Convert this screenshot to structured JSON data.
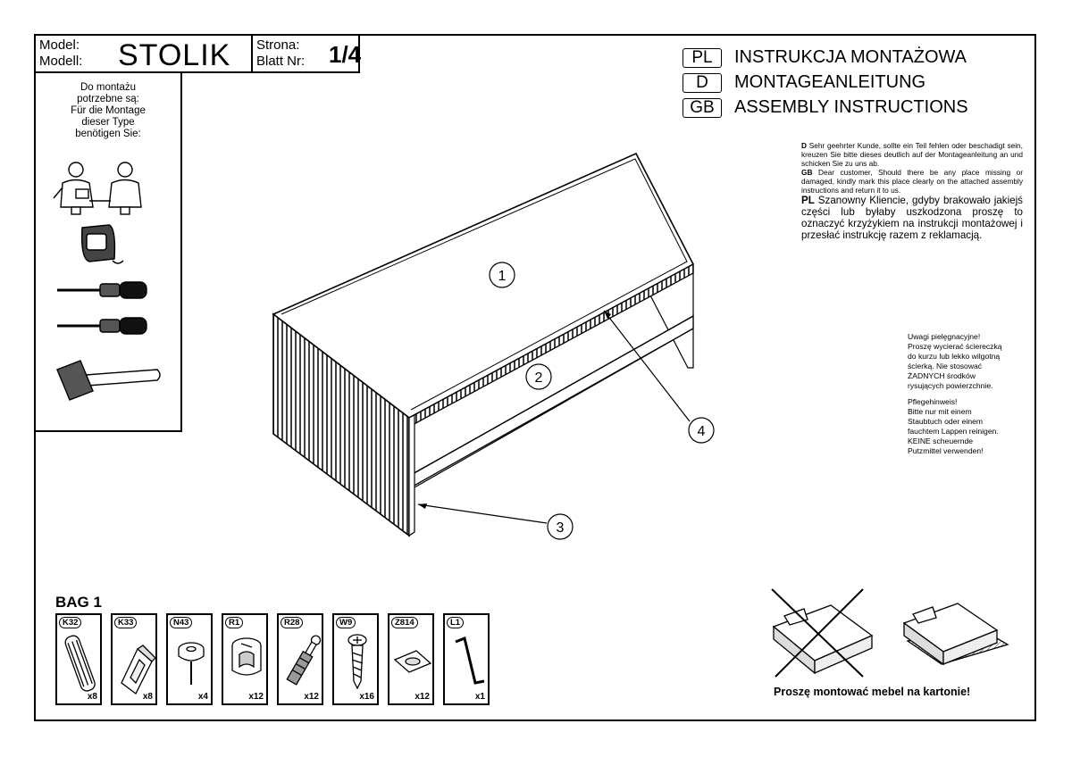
{
  "header": {
    "model_label_1": "Model:",
    "model_label_2": "Modell:",
    "model_name": "STOLIK",
    "page_label_1": "Strona:",
    "page_label_2": "Blatt Nr:",
    "page_number": "1/4"
  },
  "tools": {
    "intro_lines": [
      "Do montażu",
      "potrzebne są:",
      "Für die Montage",
      "dieser Type",
      "benötigen Sie:"
    ],
    "icons": [
      "two-workers-icon",
      "tape-measure-icon",
      "flat-screwdriver-icon",
      "phillips-screwdriver-icon",
      "mallet-icon"
    ]
  },
  "languages": [
    {
      "code": "PL",
      "title": "INSTRUKCJA MONTAŻOWA"
    },
    {
      "code": "D",
      "title": "MONTAGEANLEITUNG"
    },
    {
      "code": "GB",
      "title": "ASSEMBLY INSTRUCTIONS"
    }
  ],
  "notice": {
    "d_code": "D",
    "d_text": "Sehr geehrter Kunde, sollte ein Teil fehlen oder beschadigt sein, kreuzen Sie bitte dieses deutlich auf der Montageanleitung an und schicken Sie zu uns ab.",
    "gb_code": "GB",
    "gb_text": "Dear customer, Should there be any place missing or damaged, kindly mark this place clearly on the attached assembly instructions and return it to us.",
    "pl_code": "PL",
    "pl_text": "Szanowny Kliencie, gdyby brakowało jakiejś części lub byłaby uszkodzona proszę to oznaczyć krzyżykiem na instrukcji montażowej i przesłać instrukcję razem z reklamacją."
  },
  "care_pl": [
    "Uwagi pielęgnacyjne!",
    "Proszę wycierać ściereczką",
    "do kurzu lub lekko wilgotną",
    "ścierką. Nie stosować",
    "ŻADNYCH środków",
    "rysujących powierzchnie."
  ],
  "care_de": [
    "Pflegehinweis!",
    "Bitte nur mit einem",
    "Staubtuch oder einem",
    "fauchtem Lappen reinigen.",
    "KEINE scheuernde",
    "Putzmittel verwenden!"
  ],
  "callouts": [
    "1",
    "2",
    "3",
    "4"
  ],
  "bag": {
    "title": "BAG 1",
    "parts": [
      {
        "code": "K32",
        "qty": "x8",
        "icon": "dowel-icon"
      },
      {
        "code": "K33",
        "qty": "x8",
        "icon": "corner-bracket-icon"
      },
      {
        "code": "N43",
        "qty": "x4",
        "icon": "glide-foot-icon"
      },
      {
        "code": "R1",
        "qty": "x12",
        "icon": "cam-lock-icon"
      },
      {
        "code": "R28",
        "qty": "x12",
        "icon": "cam-bolt-icon"
      },
      {
        "code": "W9",
        "qty": "x16",
        "icon": "screw-icon"
      },
      {
        "code": "Z814",
        "qty": "x12",
        "icon": "cover-cap-icon"
      },
      {
        "code": "L1",
        "qty": "x1",
        "icon": "allen-key-icon"
      }
    ]
  },
  "bottom_note": "Proszę montować mebel na kartonie!"
}
